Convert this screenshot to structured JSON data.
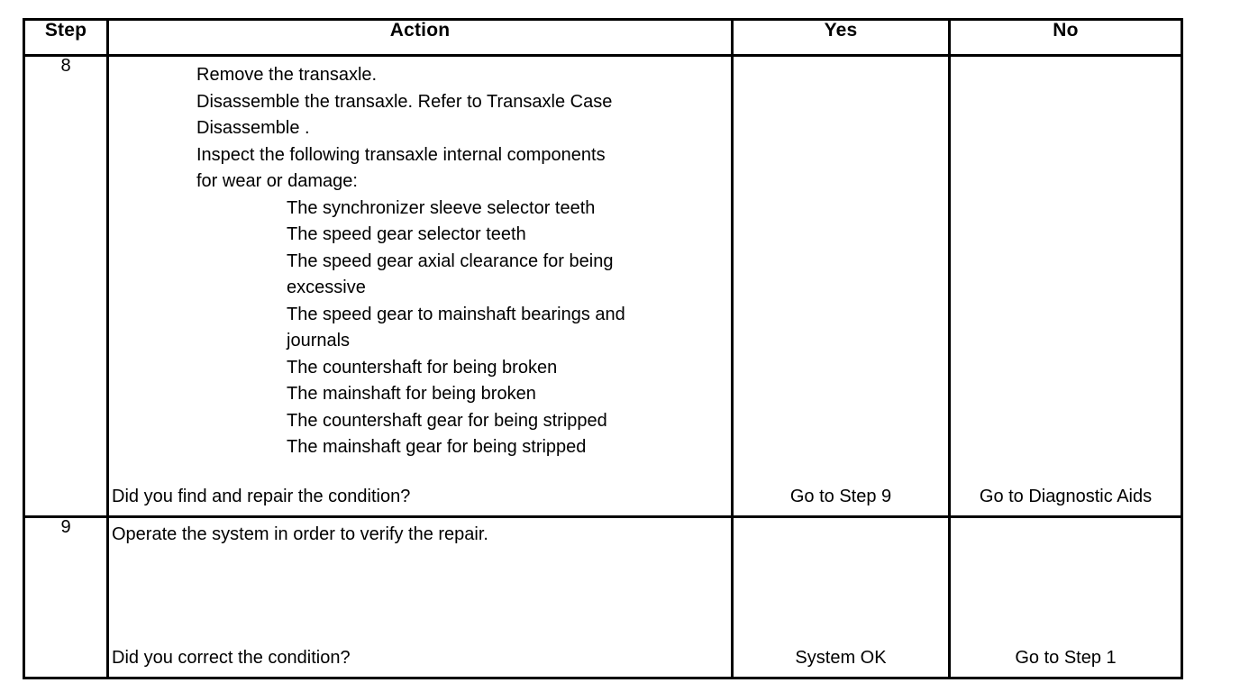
{
  "table": {
    "headers": {
      "step": "Step",
      "action": "Action",
      "yes": "Yes",
      "no": "No"
    },
    "rows": [
      {
        "step": "8",
        "intro_lines": [
          "Remove the transaxle.",
          "Disassemble the transaxle. Refer to Transaxle Case",
          "Disassemble .",
          "Inspect the following transaxle internal components",
          "for wear or damage:"
        ],
        "bullet_lines": [
          "The synchronizer sleeve selector teeth",
          "The speed gear selector teeth",
          "The speed gear axial clearance for being",
          "excessive",
          "The speed gear to mainshaft bearings and",
          "journals",
          "The countershaft for being broken",
          "The mainshaft for being broken",
          "The countershaft gear for being stripped",
          "The mainshaft gear for being stripped"
        ],
        "question": "Did you find and repair the condition?",
        "yes": "Go to Step 9",
        "no": "Go to Diagnostic Aids"
      },
      {
        "step": "9",
        "top_line": "Operate the system in order to verify the repair.",
        "question": "Did you correct the condition?",
        "yes": "System OK",
        "no": "Go to Step 1"
      }
    ]
  },
  "colors": {
    "border": "#000000",
    "text": "#000000",
    "background": "#ffffff"
  }
}
